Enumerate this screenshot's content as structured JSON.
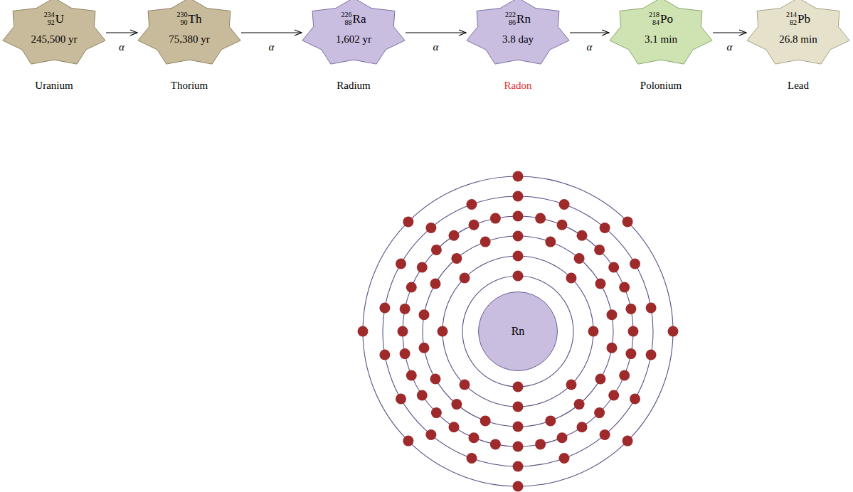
{
  "diagram": {
    "nodes": [
      {
        "text": [
          "234",
          "92",
          "U",
          "245,500 yr",
          "Uranium"
        ]
      },
      {
        "text": [
          "230",
          "90",
          "Th",
          "75,380 yr",
          "Thorium"
        ]
      },
      {
        "text": [
          "226",
          "88",
          "Ra",
          "1,602 yr",
          "Radium"
        ]
      },
      {
        "text": [
          "222",
          "86",
          "Rn",
          "3.8 day",
          "Radon"
        ]
      },
      {
        "text": [
          "218",
          "84",
          "Po",
          "3.1 min",
          "Polonium"
        ]
      },
      {
        "text": [
          "214",
          "82",
          "Pb",
          "26.8 min",
          "Lead"
        ]
      },
      {
        "text": [
          "Rn"
        ]
      }
    ],
    "edges": [
      {
        "from": 0,
        "to": 1,
        "arrow": "to",
        "label": "α"
      },
      {
        "from": 1,
        "to": 2,
        "arrow": "to",
        "label": "α"
      },
      {
        "from": 2,
        "to": 3,
        "arrow": "to",
        "label": "α"
      },
      {
        "from": 3,
        "to": 4,
        "arrow": "to",
        "label": "α"
      },
      {
        "from": 4,
        "to": 5,
        "arrow": "to",
        "label": "α"
      }
    ]
  }
}
